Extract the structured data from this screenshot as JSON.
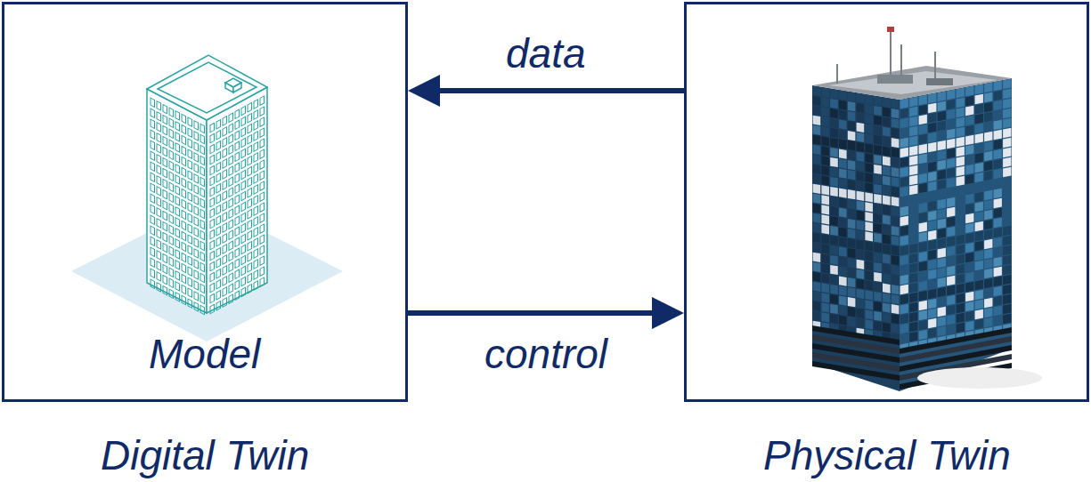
{
  "diagram": {
    "nodes": [
      {
        "text": [
          "Model",
          "Digital Twin"
        ]
      },
      {
        "text": [
          "Physical Twin"
        ]
      }
    ],
    "edges": [
      {
        "from": 1,
        "to": 0,
        "arrow": "to",
        "label": "data"
      },
      {
        "from": 0,
        "to": 1,
        "arrow": "to",
        "label": "control"
      }
    ]
  }
}
